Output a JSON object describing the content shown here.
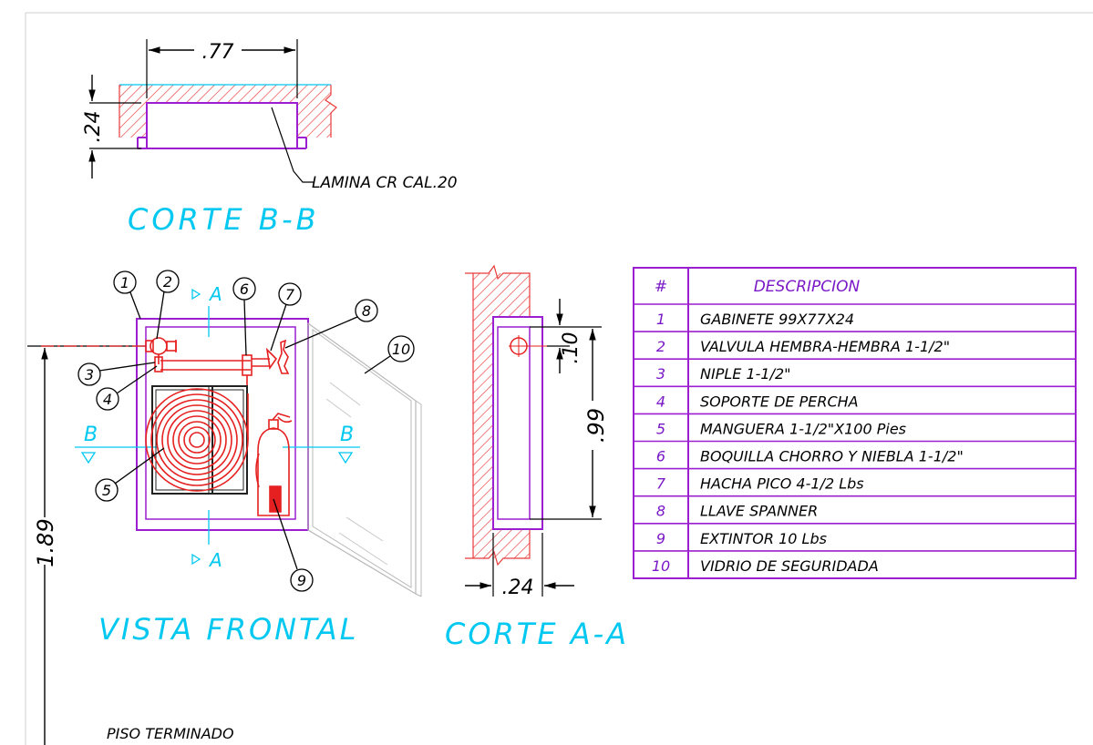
{
  "colors": {
    "wall_hatch": "#e83a3a",
    "cabinet": "#9b1fd1",
    "section_line": "#00c8f0",
    "equipment": "#e62020",
    "dimension": "#000000",
    "table_border": "#9b1fd1",
    "table_text": "#7a18c8",
    "glass": "#b8b8b8"
  },
  "section_bb": {
    "title": "CORTE B-B",
    "width_dim": ".77",
    "depth_dim": ".24",
    "material_note": "LAMINA CR CAL.20"
  },
  "front_view": {
    "title": "VISTA FRONTAL",
    "height_dim": "1.89",
    "floor_label": "PISO TERMINADO",
    "section_mark_a": "A",
    "section_mark_b": "B",
    "callouts": [
      "1",
      "2",
      "3",
      "4",
      "5",
      "6",
      "7",
      "8",
      "9",
      "10"
    ]
  },
  "section_aa": {
    "title": "CORTE A-A",
    "offset_dim": ".10",
    "height_dim": ".99",
    "depth_dim": ".24"
  },
  "table": {
    "header_num": "#",
    "header_desc": "DESCRIPCION",
    "rows": [
      {
        "num": "1",
        "desc": "GABINETE 99X77X24"
      },
      {
        "num": "2",
        "desc": "VALVULA HEMBRA-HEMBRA 1-1/2\""
      },
      {
        "num": "3",
        "desc": "NIPLE 1-1/2\""
      },
      {
        "num": "4",
        "desc": "SOPORTE DE PERCHA"
      },
      {
        "num": "5",
        "desc": "MANGUERA 1-1/2\"X100 Pies"
      },
      {
        "num": "6",
        "desc": "BOQUILLA CHORRO Y NIEBLA 1-1/2\""
      },
      {
        "num": "7",
        "desc": "HACHA PICO 4-1/2 Lbs"
      },
      {
        "num": "8",
        "desc": "LLAVE SPANNER"
      },
      {
        "num": "9",
        "desc": "EXTINTOR 10 Lbs"
      },
      {
        "num": "10",
        "desc": "VIDRIO DE SEGURIDADA"
      }
    ]
  }
}
